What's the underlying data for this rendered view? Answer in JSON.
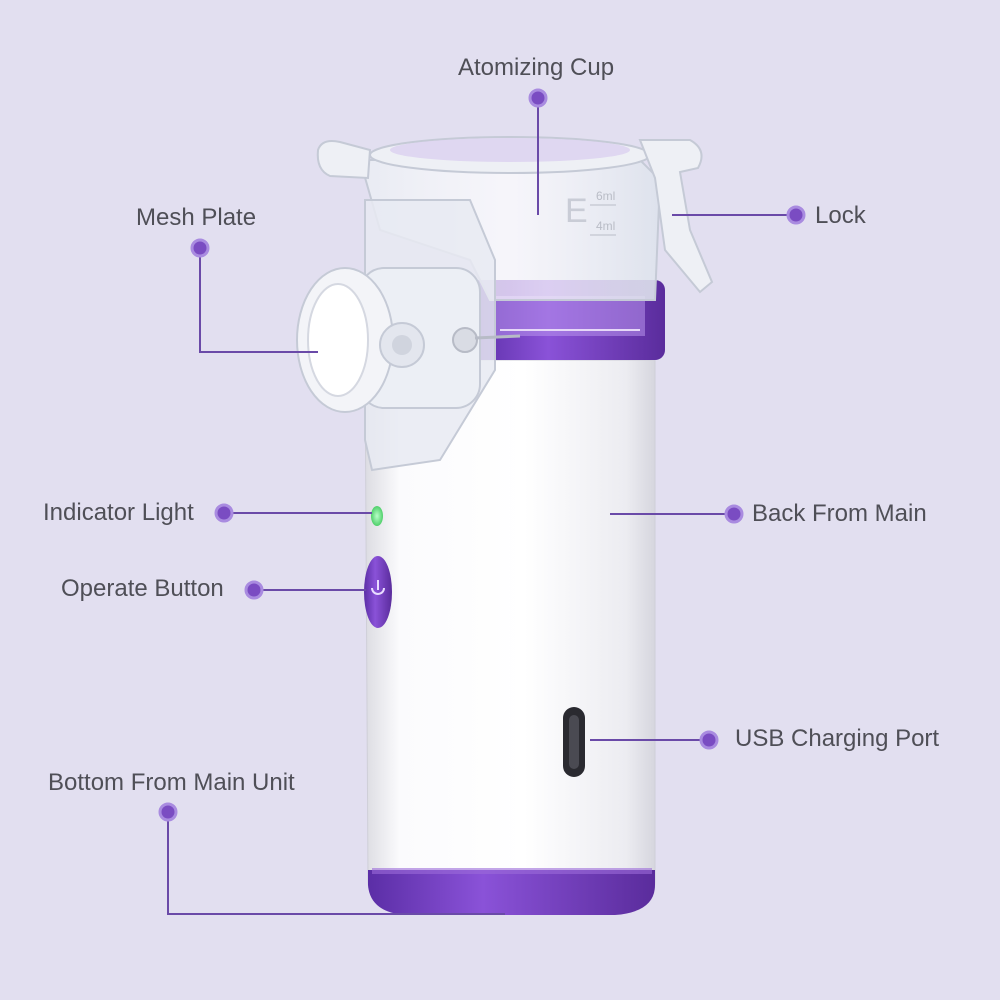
{
  "colors": {
    "background": "#e2dff0",
    "accent": "#6b3fb5",
    "leader_line": "#6a4aa8",
    "label_text": "#4f4f57",
    "body_white": "#f7f7f9",
    "purple_base": "#7a3fc9"
  },
  "device": {
    "cup_markings": {
      "top": "6ml",
      "bottom": "4ml",
      "letter": "E"
    },
    "indicator_light_color": "#4fd06a",
    "button_icon": "power-icon"
  },
  "callouts": {
    "atomizing_cup": "Atomizing Cup",
    "lock": "Lock",
    "mesh_plate": "Mesh Plate",
    "indicator_light": "Indicator Light",
    "operate_button": "Operate Button",
    "back_from_main": "Back From Main",
    "usb_charging_port": "USB Charging Port",
    "bottom_from_main_unit": "Bottom From Main Unit"
  }
}
